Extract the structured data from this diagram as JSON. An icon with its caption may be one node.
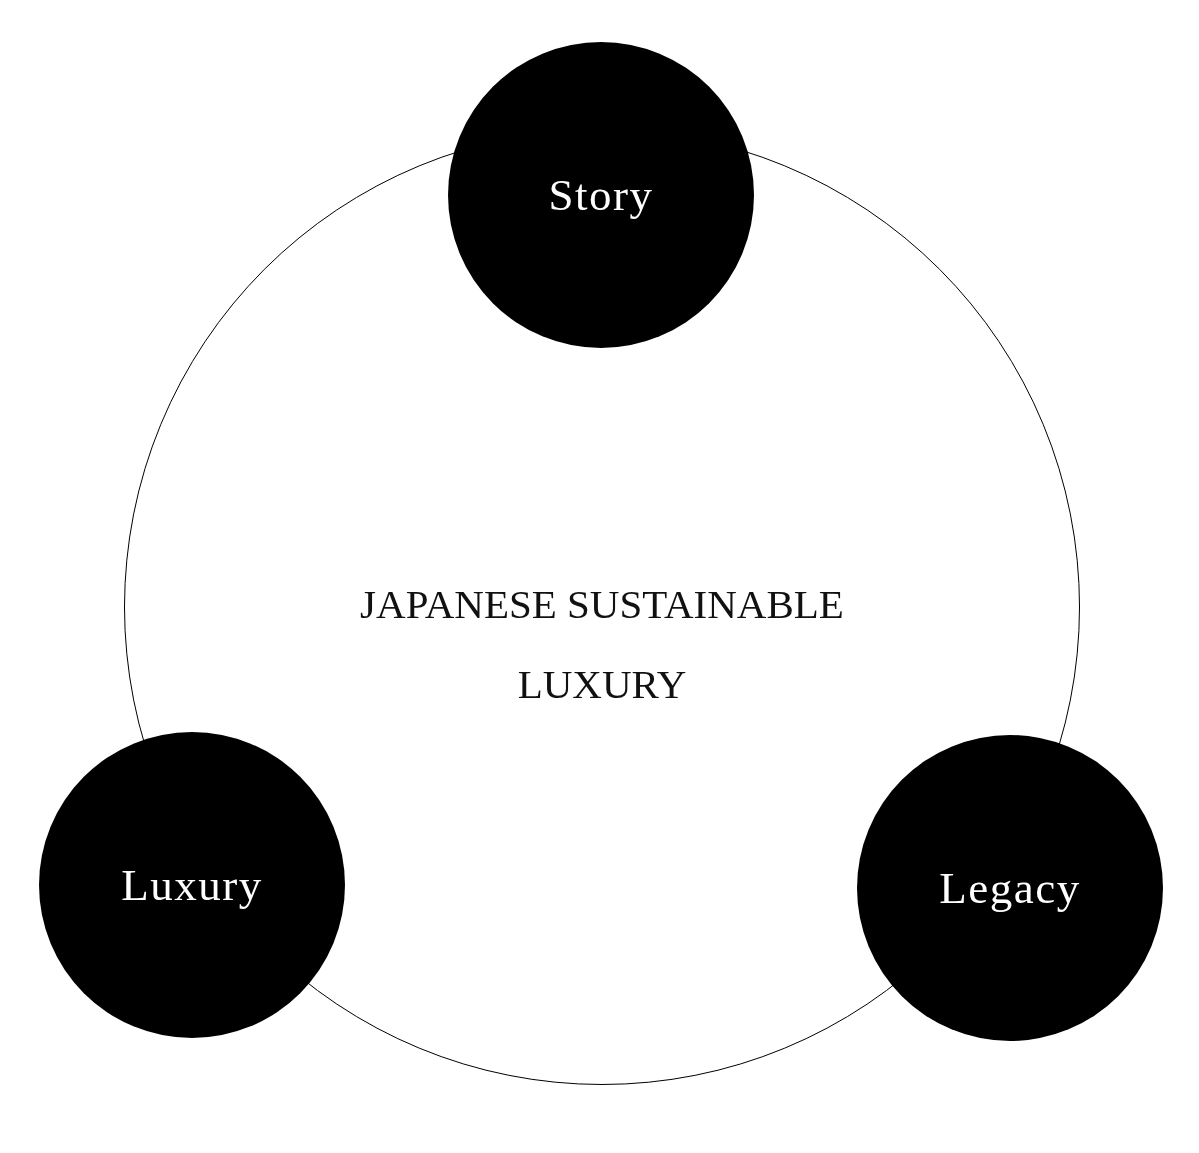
{
  "diagram": {
    "nodes": [
      {
        "text": [
          "JAPANESE SUSTAINABLE LUXURY"
        ]
      },
      {
        "text": [
          "Story"
        ]
      },
      {
        "text": [
          "Luxury"
        ]
      },
      {
        "text": [
          "Legacy"
        ]
      }
    ]
  }
}
